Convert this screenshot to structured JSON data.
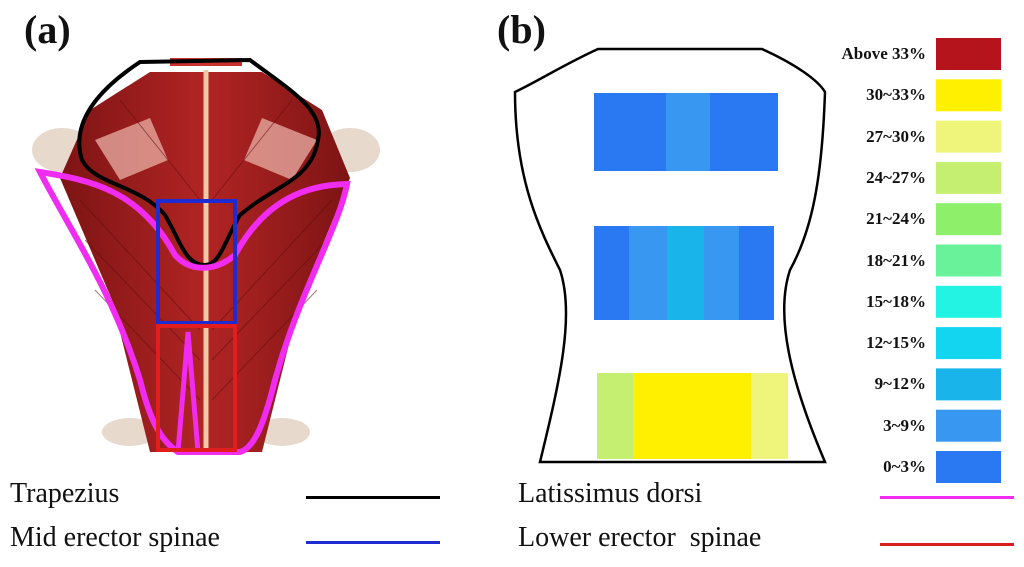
{
  "panels": {
    "a": "(a)",
    "b": "(b)"
  },
  "color_scale": [
    {
      "label": "Above 33%",
      "color": "#b5141c"
    },
    {
      "label": "30~33%",
      "color": "#fff000"
    },
    {
      "label": "27~30%",
      "color": "#eef57a"
    },
    {
      "label": "24~27%",
      "color": "#c4ef71"
    },
    {
      "label": "21~24%",
      "color": "#8ef06a"
    },
    {
      "label": "18~21%",
      "color": "#69f29a"
    },
    {
      "label": "15~18%",
      "color": "#22f3e3"
    },
    {
      "label": "12~15%",
      "color": "#14d5f0"
    },
    {
      "label": "9~12%",
      "color": "#18b4ea"
    },
    {
      "label": "3~9%",
      "color": "#3797f1"
    },
    {
      "label": "0~3%",
      "color": "#2a78f2"
    }
  ],
  "heatmap_rows": [
    [
      "#2a78f2",
      "#3797f1",
      "#2a78f2"
    ],
    [
      "#2a78f2",
      "#3797f1",
      "#18b4ea",
      "#3797f1",
      "#2a78f2"
    ],
    [
      "#c4ef71",
      "#fff000",
      "#fff000",
      "#eef57a"
    ]
  ],
  "legend": [
    {
      "label": "Trapezius",
      "color": "#000000"
    },
    {
      "label": "Mid erector spinae",
      "color": "#1e2bd0"
    },
    {
      "label": "Latissimus dorsi",
      "color": "#f02cf0"
    },
    {
      "label": "Lower erector  spinae",
      "color": "#d81e1e"
    }
  ]
}
